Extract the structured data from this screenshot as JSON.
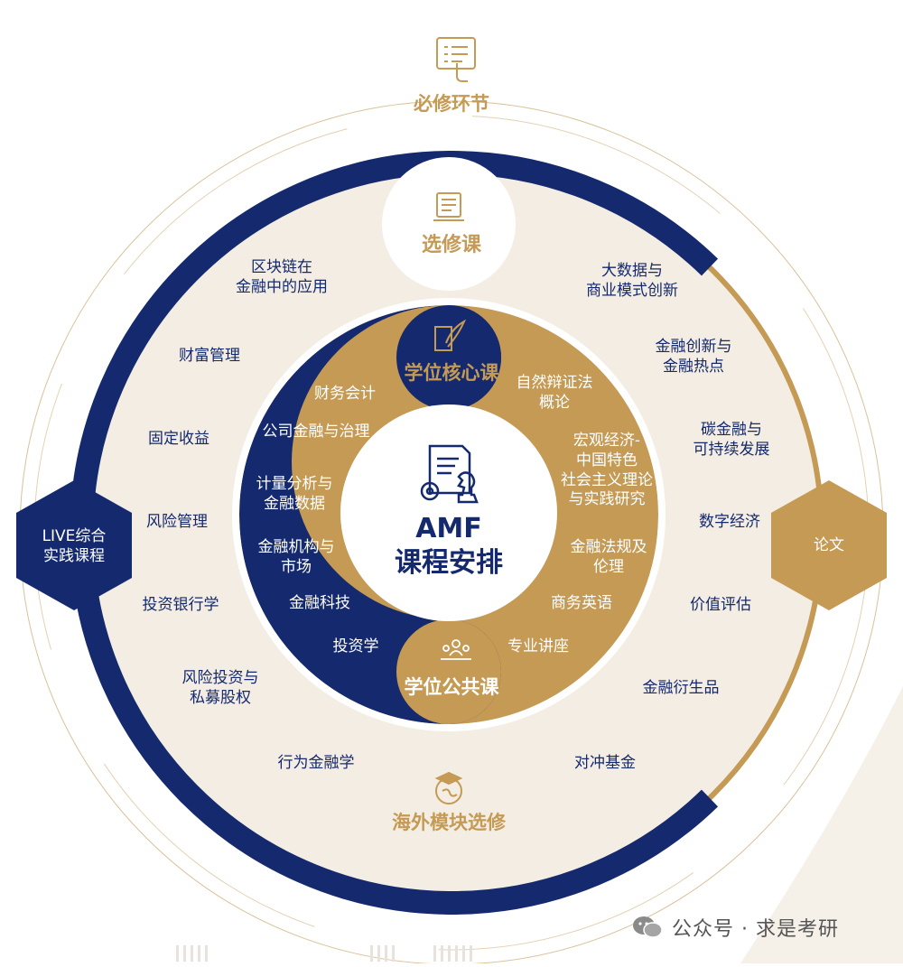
{
  "center": {
    "title_line1": "AMF",
    "title_line2": "课程安排"
  },
  "required": {
    "label": "必修环节",
    "icon": "checklist-touch-icon"
  },
  "elective": {
    "label": "选修课",
    "icon": "document-list-icon"
  },
  "overseas": {
    "label": "海外模块选修",
    "icon": "graduation-globe-icon"
  },
  "degree_core": {
    "label": "学位核心课",
    "icon": "quill-scroll-icon"
  },
  "degree_public": {
    "label": "学位公共课",
    "icon": "group-people-icon"
  },
  "live_hexagon": {
    "line1": "LIVE综合",
    "line2": "实践课程"
  },
  "thesis_hexagon": {
    "label": "论文"
  },
  "outer_left": [
    {
      "line1": "区块链在",
      "line2": "金融中的应用"
    },
    {
      "line1": "财富管理"
    },
    {
      "line1": "固定收益"
    },
    {
      "line1": "风险管理"
    },
    {
      "line1": "投资银行学"
    },
    {
      "line1": "风险投资与",
      "line2": "私募股权"
    },
    {
      "line1": "行为金融学"
    }
  ],
  "outer_right": [
    {
      "line1": "大数据与",
      "line2": "商业模式创新"
    },
    {
      "line1": "金融创新与",
      "line2": "金融热点"
    },
    {
      "line1": "碳金融与",
      "line2": "可持续发展"
    },
    {
      "line1": "数字经济"
    },
    {
      "line1": "价值评估"
    },
    {
      "line1": "金融衍生品"
    },
    {
      "line1": "对冲基金"
    }
  ],
  "core_courses": [
    {
      "line1": "财务会计"
    },
    {
      "line1": "公司金融与治理"
    },
    {
      "line1": "计量分析与",
      "line2": "金融数据"
    },
    {
      "line1": "金融机构与",
      "line2": "市场"
    },
    {
      "line1": "金融科技"
    },
    {
      "line1": "投资学"
    }
  ],
  "public_courses": [
    {
      "line1": "自然辩证法",
      "line2": "概论"
    },
    {
      "line1": "宏观经济-",
      "line2": "中国特色",
      "line3": "社会主义理论",
      "line4": "与实践研究"
    },
    {
      "line1": "金融法规及",
      "line2": "伦理"
    },
    {
      "line1": "商务英语"
    },
    {
      "line1": "专业讲座"
    }
  ],
  "watermark": {
    "text": "公众号 · 求是考研",
    "icon": "wechat-icon"
  },
  "colors": {
    "navy": "#152a6e",
    "gold": "#c49a55",
    "beige": "#f3ede3",
    "white": "#ffffff"
  }
}
